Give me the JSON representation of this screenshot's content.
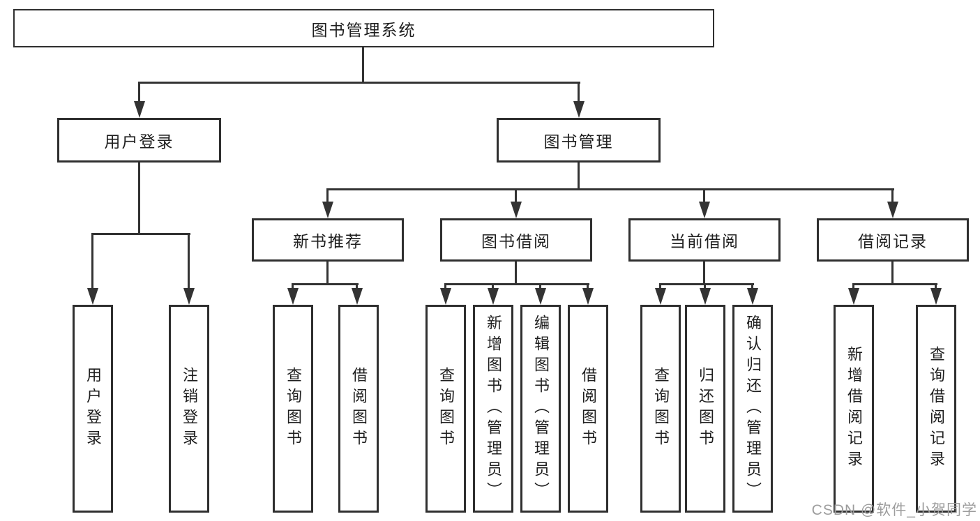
{
  "diagram": {
    "root_label": "图书管理系统",
    "user_login": {
      "label": "用户登录",
      "children": [
        "用户登录",
        "注销登录"
      ]
    },
    "book_mgmt": {
      "label": "图书管理",
      "sections": [
        {
          "label": "新书推荐",
          "children": [
            "查询图书",
            "借阅图书"
          ]
        },
        {
          "label": "图书借阅",
          "children": [
            "查询图书",
            "新增图书（管理员）",
            "编辑图书（管理员）",
            "借阅图书"
          ]
        },
        {
          "label": "当前借阅",
          "children": [
            "查询图书",
            "归还图书",
            "确认归还（管理员）"
          ]
        },
        {
          "label": "借阅记录",
          "children": [
            "新增借阅记录",
            "查询借阅记录"
          ]
        }
      ]
    }
  },
  "watermark": "CSDN @软件_小贺同学",
  "colors": {
    "line": "#333333",
    "box_border": "#2f2f2f",
    "background": "#ffffff",
    "text": "#1f1f1f",
    "watermark": "#9d9d9d"
  }
}
